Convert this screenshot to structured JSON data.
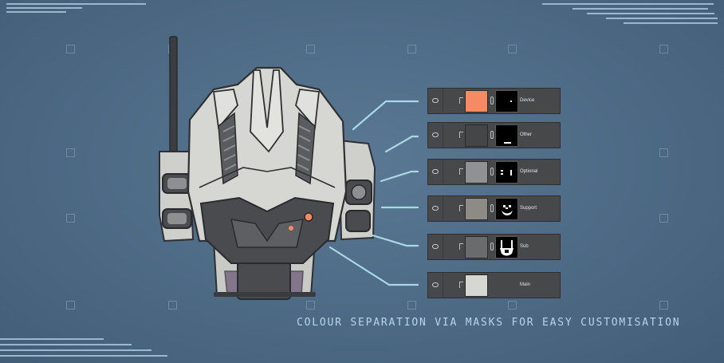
{
  "caption": "COLOUR SEPARATION VIA MASKS FOR EASY CUSTOMISATION",
  "layers_panel": {
    "layers": [
      {
        "name": "Device",
        "thumb_color": "#f58a64",
        "mask": "small-dot"
      },
      {
        "name": "Other",
        "thumb_color": "#454647",
        "mask": "bottom-bar"
      },
      {
        "name": "Optional",
        "thumb_color": "#8f9192",
        "mask": "two-marks"
      },
      {
        "name": "Support",
        "thumb_color": "#8e8b86",
        "mask": "face-shape"
      },
      {
        "name": "Sub",
        "thumb_color": "#6a6b6c",
        "mask": "body-shape"
      },
      {
        "name": "Main",
        "thumb_color": "#d6d6d2",
        "mask": "none"
      }
    ]
  },
  "colors": {
    "background": "#4f6c87",
    "accent_line": "#a8d8e2",
    "armor_main": "#d6d6d2",
    "armor_dark": "#4a4b4e",
    "visor_glow": "#f58a64"
  },
  "icons": [
    "eye-icon",
    "layer-effects-icon",
    "link-chain-icon"
  ]
}
